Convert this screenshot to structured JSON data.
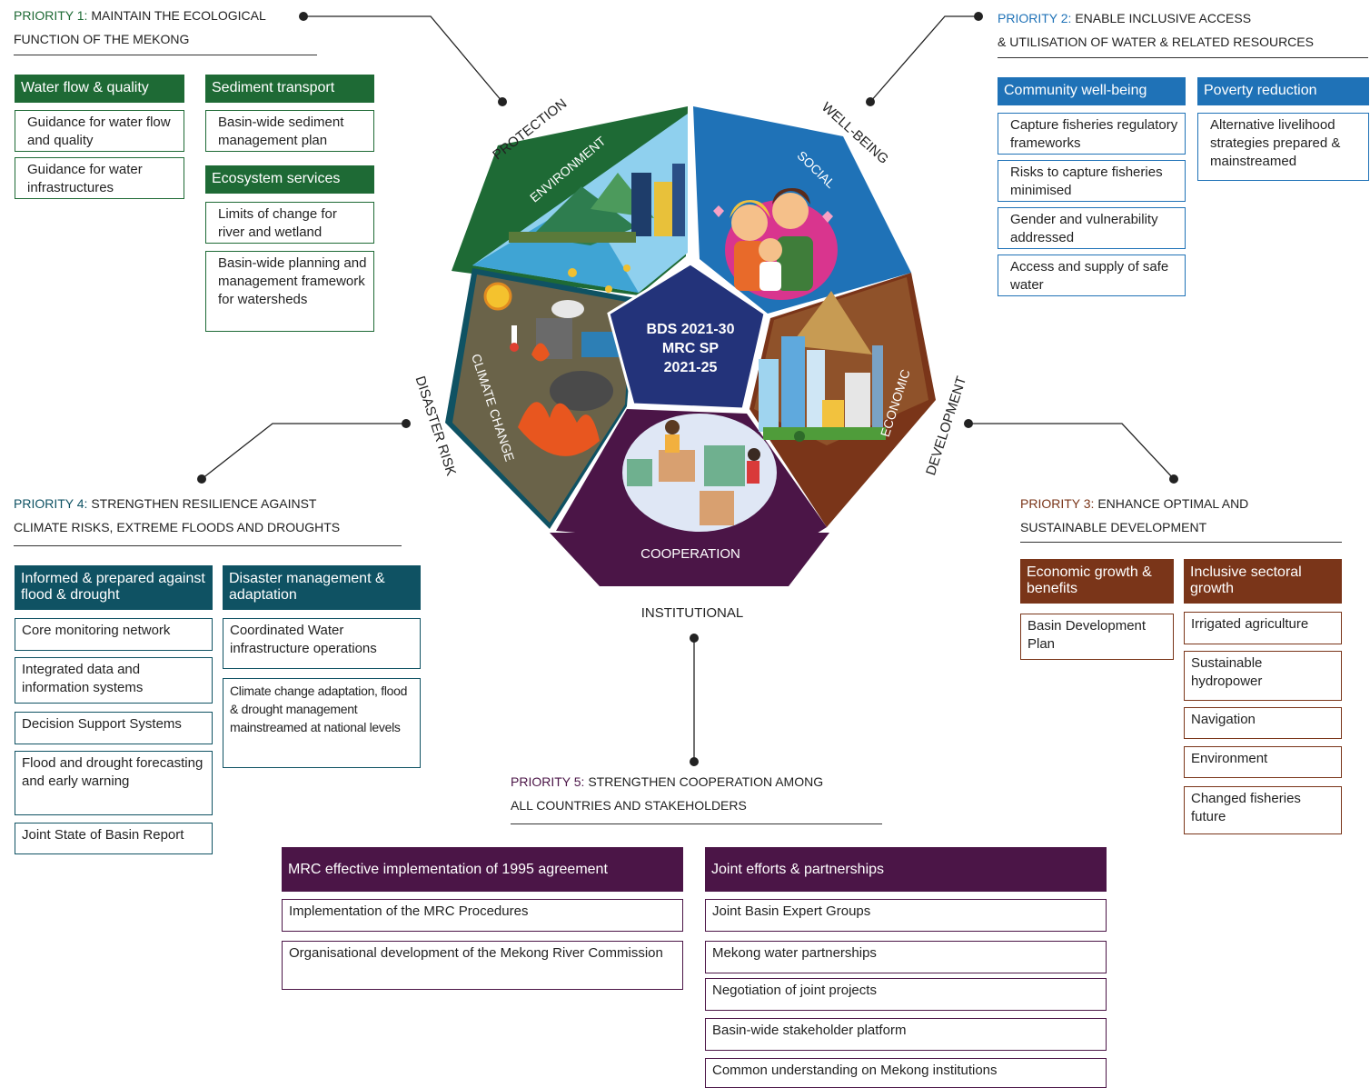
{
  "colors": {
    "green": "#1e6a35",
    "blue": "#1f72b7",
    "brown": "#7a3519",
    "teal": "#0f5263",
    "purple": "#4b1547",
    "navy": "#23337a"
  },
  "center": {
    "line1": "BDS 2021-30",
    "line2": "MRC SP",
    "line3": "2021-25"
  },
  "segments": {
    "environment": "ENVIRONMENT",
    "social": "SOCIAL",
    "economic": "ECONOMIC",
    "cooperation": "COOPERATION",
    "climate": "CLIMATE CHANGE"
  },
  "outer": {
    "protection": "PROTECTION",
    "wellbeing": "WELL-BEING",
    "development": "DEVELOPMENT",
    "institutional": "INSTITUTIONAL",
    "disaster": "DISASTER RISK"
  },
  "icons": {
    "environment": "city-nature-illustration",
    "social": "family-illustration",
    "economic": "urban-development-illustration",
    "cooperation": "puzzle-teamwork-illustration",
    "climate": "wildfire-pollution-illustration"
  },
  "p1": {
    "num": "PRIORITY 1:",
    "line1": " MAINTAIN THE ECOLOGICAL",
    "line2": "FUNCTION OF THE MEKONG",
    "h_water": "Water flow & quality",
    "h_sediment": "Sediment transport",
    "h_eco": "Ecosystem services",
    "water_items": [
      "Guidance for water flow and quality",
      "Guidance for water infrastructures"
    ],
    "sediment_items": [
      "Basin-wide sediment management plan"
    ],
    "eco_items": [
      "Limits of change for river and wetland",
      "Basin-wide planning and management framework for watersheds"
    ]
  },
  "p2": {
    "num": "PRIORITY 2:",
    "line1": " ENABLE INCLUSIVE ACCESS",
    "line2": "& UTILISATION OF WATER & RELATED RESOURCES",
    "h_comm": "Community well-being",
    "h_pov": "Poverty reduction",
    "comm_items": [
      "Capture fisheries regulatory frameworks",
      "Risks to capture fisheries minimised",
      "Gender and vulnerability addressed",
      "Access and supply of safe water"
    ],
    "pov_items": [
      "Alternative livelihood strategies prepared & mainstreamed"
    ]
  },
  "p3": {
    "num": "PRIORITY 3:",
    "line1": " ENHANCE OPTIMAL AND",
    "line2": "SUSTAINABLE DEVELOPMENT",
    "h_econ": "Economic growth & benefits",
    "h_incl": "Inclusive sectoral growth",
    "econ_items": [
      "Basin Development Plan"
    ],
    "incl_items": [
      "Irrigated agriculture",
      "Sustainable hydropower",
      "Navigation",
      "Environment",
      "Changed fisheries future"
    ]
  },
  "p4": {
    "num": "PRIORITY 4:",
    "line1": " STRENGTHEN RESILIENCE AGAINST",
    "line2": "CLIMATE RISKS, EXTREME FLOODS AND DROUGHTS",
    "h_inf": "Informed & prepared against flood & drought",
    "h_dis": "Disaster management & adaptation",
    "inf_items": [
      "Core monitoring network",
      "Integrated data and information systems",
      "Decision Support Systems",
      "Flood and drought forecasting and early warning",
      "Joint State of Basin Report"
    ],
    "dis_items": [
      "Coordinated Water infrastructure operations",
      "Climate change adaptation, flood & drought management mainstreamed at national levels"
    ]
  },
  "p5": {
    "num": "PRIORITY 5:",
    "line1": " STRENGTHEN COOPERATION AMONG",
    "line2": "ALL COUNTRIES AND STAKEHOLDERS",
    "h_mrc": "MRC effective implementation of 1995 agreement",
    "h_joint": "Joint efforts & partnerships",
    "mrc_items": [
      "Implementation of the MRC Procedures",
      "Organisational development of the Mekong River Commission"
    ],
    "joint_items": [
      "Joint Basin Expert Groups",
      "Mekong water partnerships",
      "Negotiation of joint projects",
      "Basin-wide stakeholder platform",
      "Common understanding on Mekong institutions"
    ]
  }
}
